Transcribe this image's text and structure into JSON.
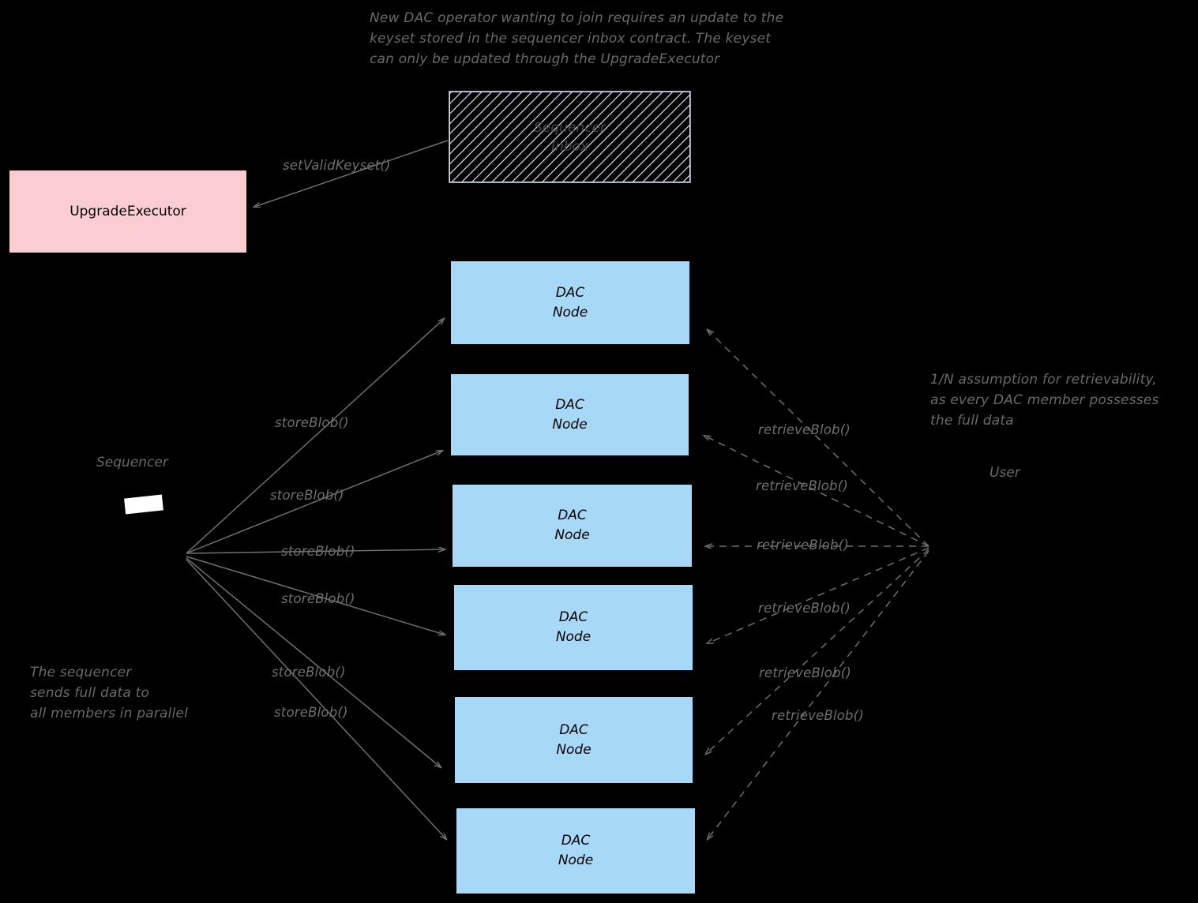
{
  "notes": {
    "top": "New DAC operator wanting to join requires an update to the\nkeyset stored in the sequencer inbox contract. The keyset\ncan only be updated through the UpgradeExecutor",
    "right": "1/N assumption for retrievability,\nas every DAC member possesses\nthe full data",
    "bottom_left": "The sequencer\nsends full data to\nall members in parallel"
  },
  "actors": {
    "sequencer": "Sequencer",
    "user": "User"
  },
  "boxes": {
    "upgrade_executor": "UpgradeExecutor",
    "sequencer_inbox": "Sequencer\nInbox",
    "dac_nodes": [
      "DAC\nNode",
      "DAC\nNode",
      "DAC\nNode",
      "DAC\nNode",
      "DAC\nNode",
      "DAC\nNode"
    ]
  },
  "edges": {
    "set_valid_keyset": "setValidKeyset()",
    "store_blob": [
      "storeBlob()",
      "storeBlob()",
      "storeBlob()",
      "storeBlob()",
      "storeBlob()",
      "storeBlob()"
    ],
    "retrieve_blob": [
      "retrieveBlob()",
      "retrieveBlob()",
      "retrieveBlob()",
      "retrieveBlob()",
      "retrieveBlob()",
      "retrieveBlob()"
    ]
  },
  "colors": {
    "dac_node_fill": "#a8d8f8",
    "upgrade_executor_fill": "#fbcdd2",
    "background": "#000000",
    "note_text": "#6a6a6a",
    "edge": "#6f6f6f"
  }
}
